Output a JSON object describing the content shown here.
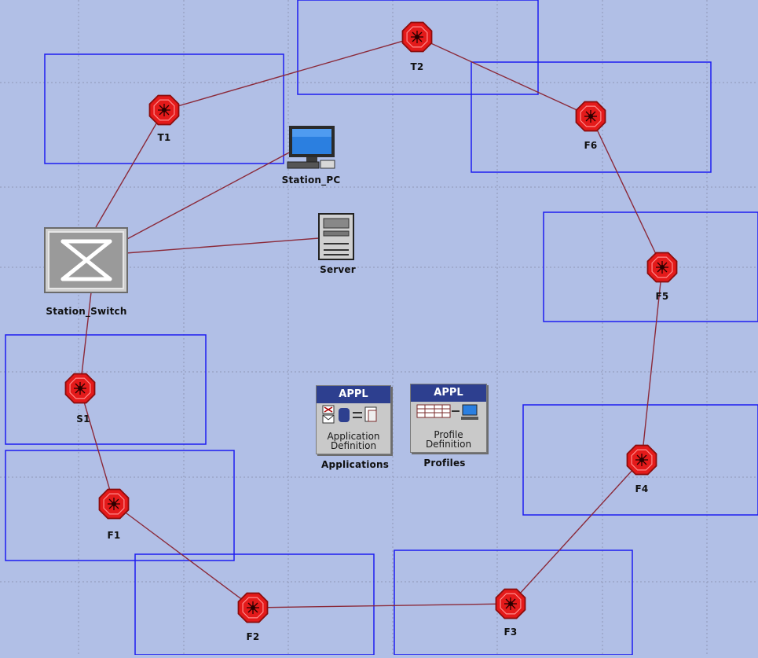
{
  "colors": {
    "canvas_bg": "#b1bfe6",
    "grid": "#8f97b6",
    "region_border": "#1d1df0",
    "link": "#8b2a3a",
    "router_fill": "#e41a1a",
    "card_header": "#2d3f8f"
  },
  "nodes": {
    "t1": "T1",
    "t2": "T2",
    "f1": "F1",
    "f2": "F2",
    "f3": "F3",
    "f4": "F4",
    "f5": "F5",
    "f6": "F6",
    "s1": "S1",
    "station_pc": "Station_PC",
    "server": "Server",
    "station_switch": "Station_Switch",
    "applications": "Applications",
    "profiles": "Profiles"
  },
  "cards": {
    "applications": {
      "header": "APPL",
      "line1": "Application",
      "line2": "Definition"
    },
    "profiles": {
      "header": "APPL",
      "line1": "Profile",
      "line2": "Definition"
    }
  },
  "icons": {
    "router": "router-icon",
    "pc": "workstation-icon",
    "server": "server-icon",
    "switch": "switch-icon"
  }
}
